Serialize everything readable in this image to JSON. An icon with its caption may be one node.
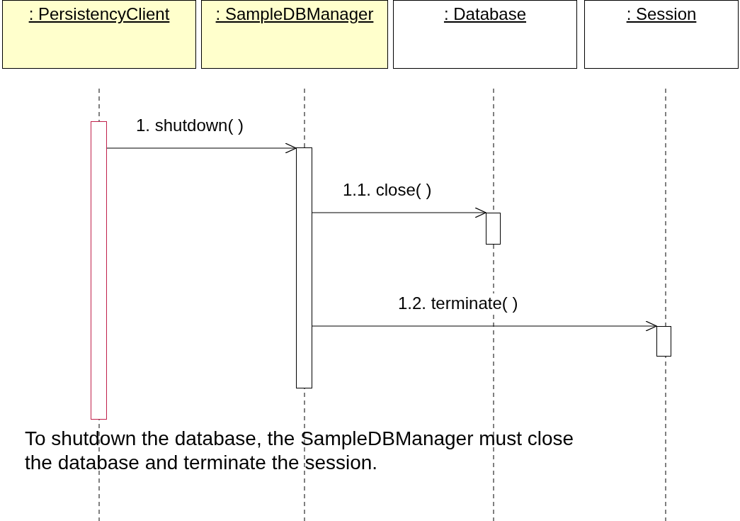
{
  "diagram": {
    "nodes": [
      {
        "text": [
          ": PersistencyClient"
        ]
      },
      {
        "text": [
          ": SampleDBManager"
        ]
      },
      {
        "text": [
          ": Database"
        ]
      },
      {
        "text": [
          ": Session"
        ]
      },
      {
        "text": [],
        "shape": "bar"
      },
      {
        "text": [],
        "shape": "bar"
      },
      {
        "text": [],
        "shape": "bar"
      },
      {
        "text": [],
        "shape": "bar"
      }
    ],
    "edges": [
      {
        "from": 4,
        "to": 5,
        "arrow": "to",
        "label": "1. shutdown( )"
      },
      {
        "from": 5,
        "to": 6,
        "arrow": "to",
        "label": "1.1. close( )"
      },
      {
        "from": 5,
        "to": 7,
        "arrow": "to",
        "label": "1.2. terminate( )"
      }
    ],
    "labels": [
      "To shutdown the database, the SampleDBManager must close the database and terminate the session."
    ]
  }
}
